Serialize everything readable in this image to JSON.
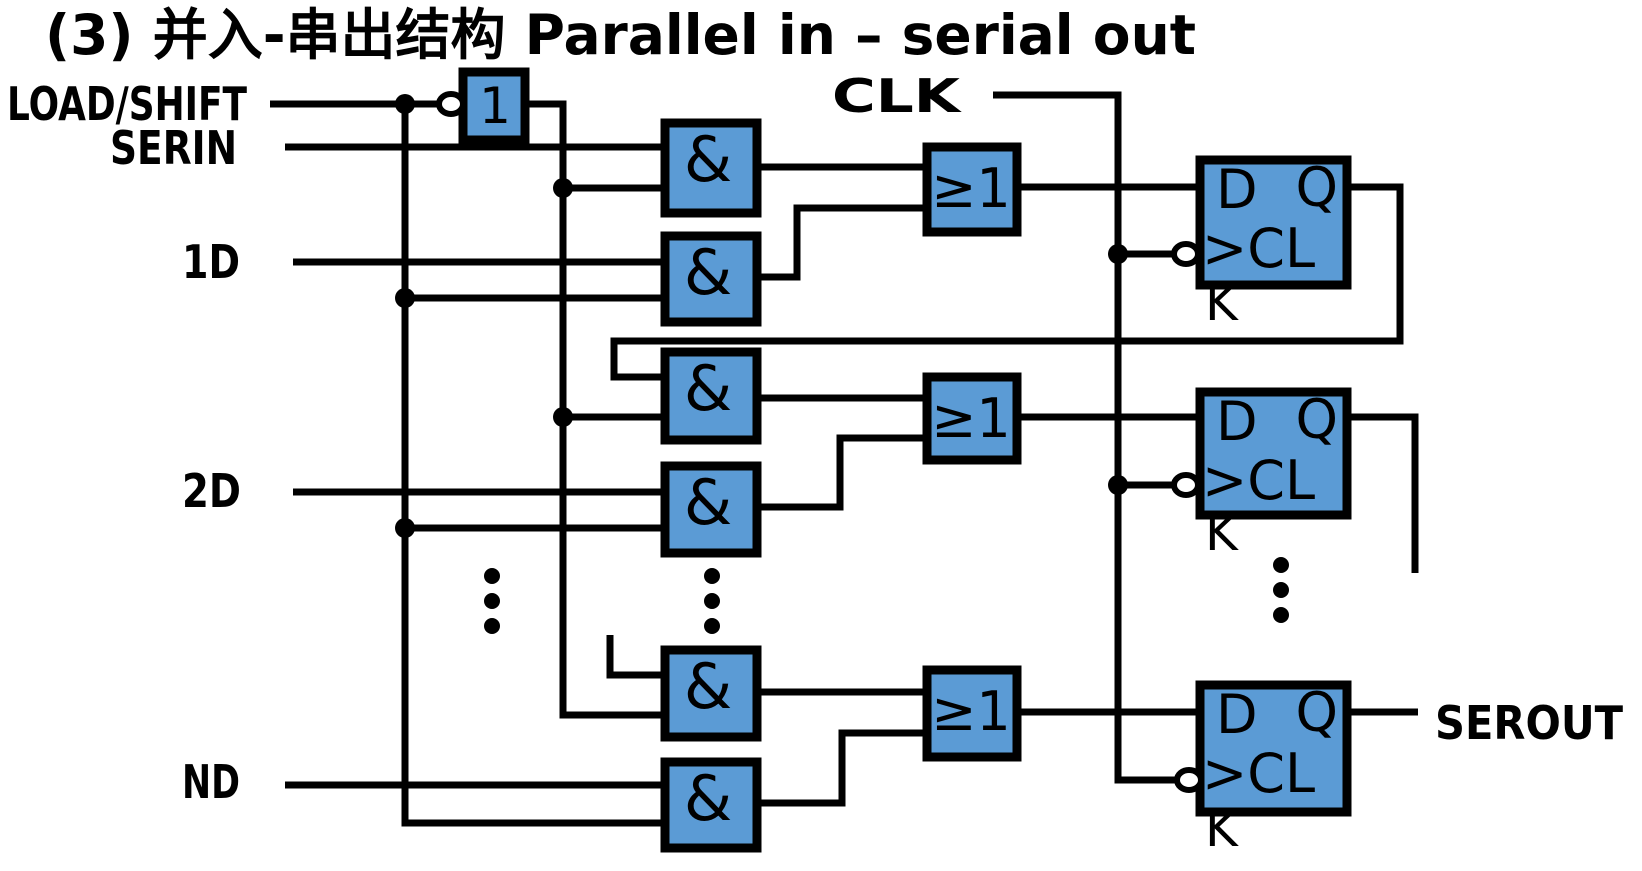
{
  "title": "(3) 并入-串出结构  Parallel in – serial out",
  "colors": {
    "gate_fill": "#5b9bd5",
    "wire": "#000000",
    "background": "#ffffff"
  },
  "inputs": {
    "load_shift": "LOAD/SHIFT",
    "serin": "SERIN",
    "d1": "1D",
    "d2": "2D",
    "dn": "ND",
    "clk": "CLK"
  },
  "outputs": {
    "serout": "SEROUT"
  },
  "gate_symbols": {
    "inverter": "1",
    "and": "&",
    "or": "≥1"
  },
  "flipflop_labels": {
    "data": "D",
    "output": "Q",
    "clock": ">CL",
    "k": "K"
  }
}
